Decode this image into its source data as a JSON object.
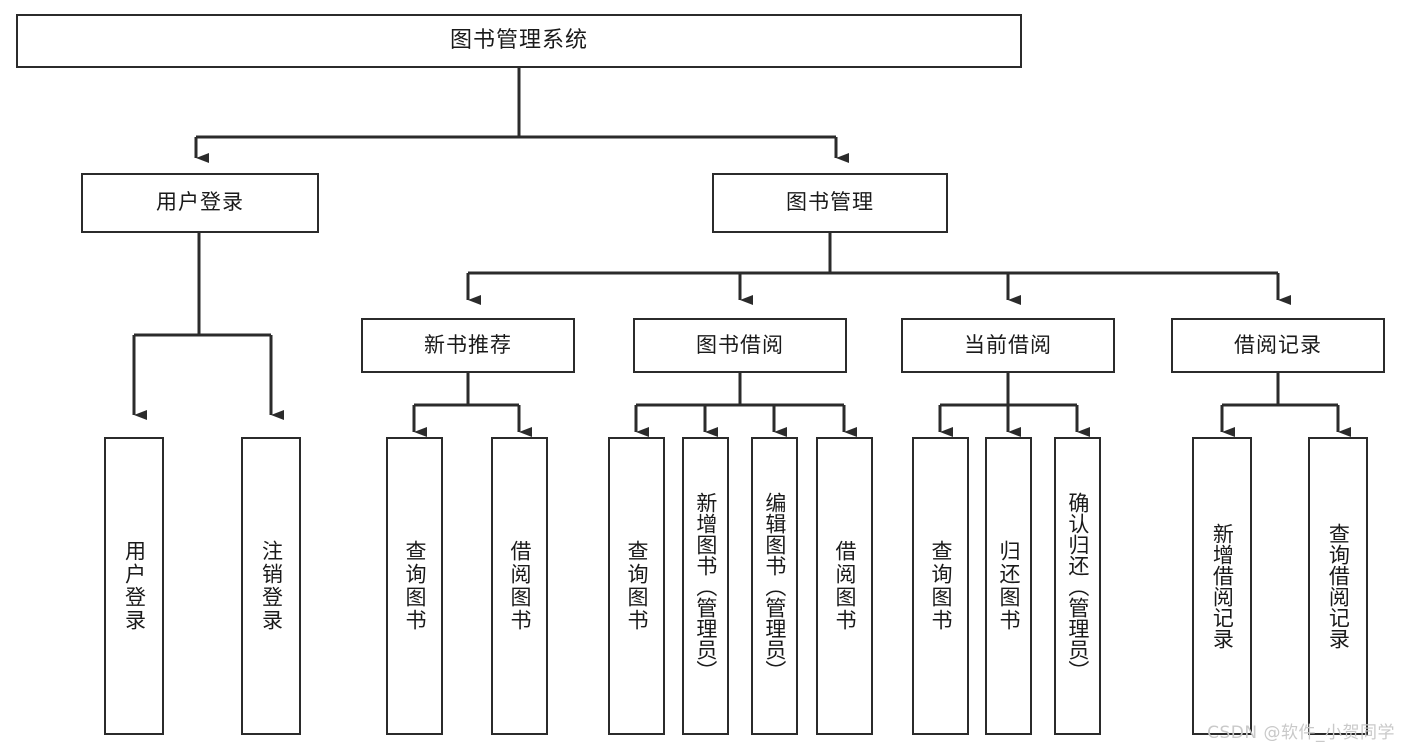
{
  "diagram": {
    "title": "图书管理系统",
    "type": "tree",
    "watermark": "CSDN @软件_小贺同学",
    "stroke_color": "#2b2b2b",
    "fill_color": "#ffffff",
    "text_color": "#1a1a1a",
    "watermark_color": "#c9c9c9"
  },
  "nodes": {
    "root": {
      "label": "图书管理系统"
    },
    "level2": [
      {
        "id": "user-login",
        "label": "用户登录"
      },
      {
        "id": "book-manage",
        "label": "图书管理"
      }
    ],
    "level3": [
      {
        "id": "new-book-recommend",
        "label": "新书推荐"
      },
      {
        "id": "book-borrow",
        "label": "图书借阅"
      },
      {
        "id": "current-borrow",
        "label": "当前借阅"
      },
      {
        "id": "borrow-record",
        "label": "借阅记录"
      }
    ],
    "leaves": {
      "user_login": [
        {
          "id": "leaf-user-login",
          "label": "用户登录"
        },
        {
          "id": "leaf-logout-login",
          "label": "注销登录"
        }
      ],
      "new_book_recommend": [
        {
          "id": "leaf-query-book-1",
          "label": "查询图书"
        },
        {
          "id": "leaf-borrow-book-1",
          "label": "借阅图书"
        }
      ],
      "book_borrow": [
        {
          "id": "leaf-query-book-2",
          "label": "查询图书"
        },
        {
          "id": "leaf-add-book",
          "label": "新增图书（管理员）"
        },
        {
          "id": "leaf-edit-book",
          "label": "编辑图书（管理员）"
        },
        {
          "id": "leaf-borrow-book-2",
          "label": "借阅图书"
        }
      ],
      "current_borrow": [
        {
          "id": "leaf-query-book-3",
          "label": "查询图书"
        },
        {
          "id": "leaf-return-book",
          "label": "归还图书"
        },
        {
          "id": "leaf-confirm-return",
          "label": "确认归还（管理员）"
        }
      ],
      "borrow_record": [
        {
          "id": "leaf-add-borrow-record",
          "label": "新增借阅记录"
        },
        {
          "id": "leaf-query-borrow-record",
          "label": "查询借阅记录"
        }
      ]
    }
  }
}
